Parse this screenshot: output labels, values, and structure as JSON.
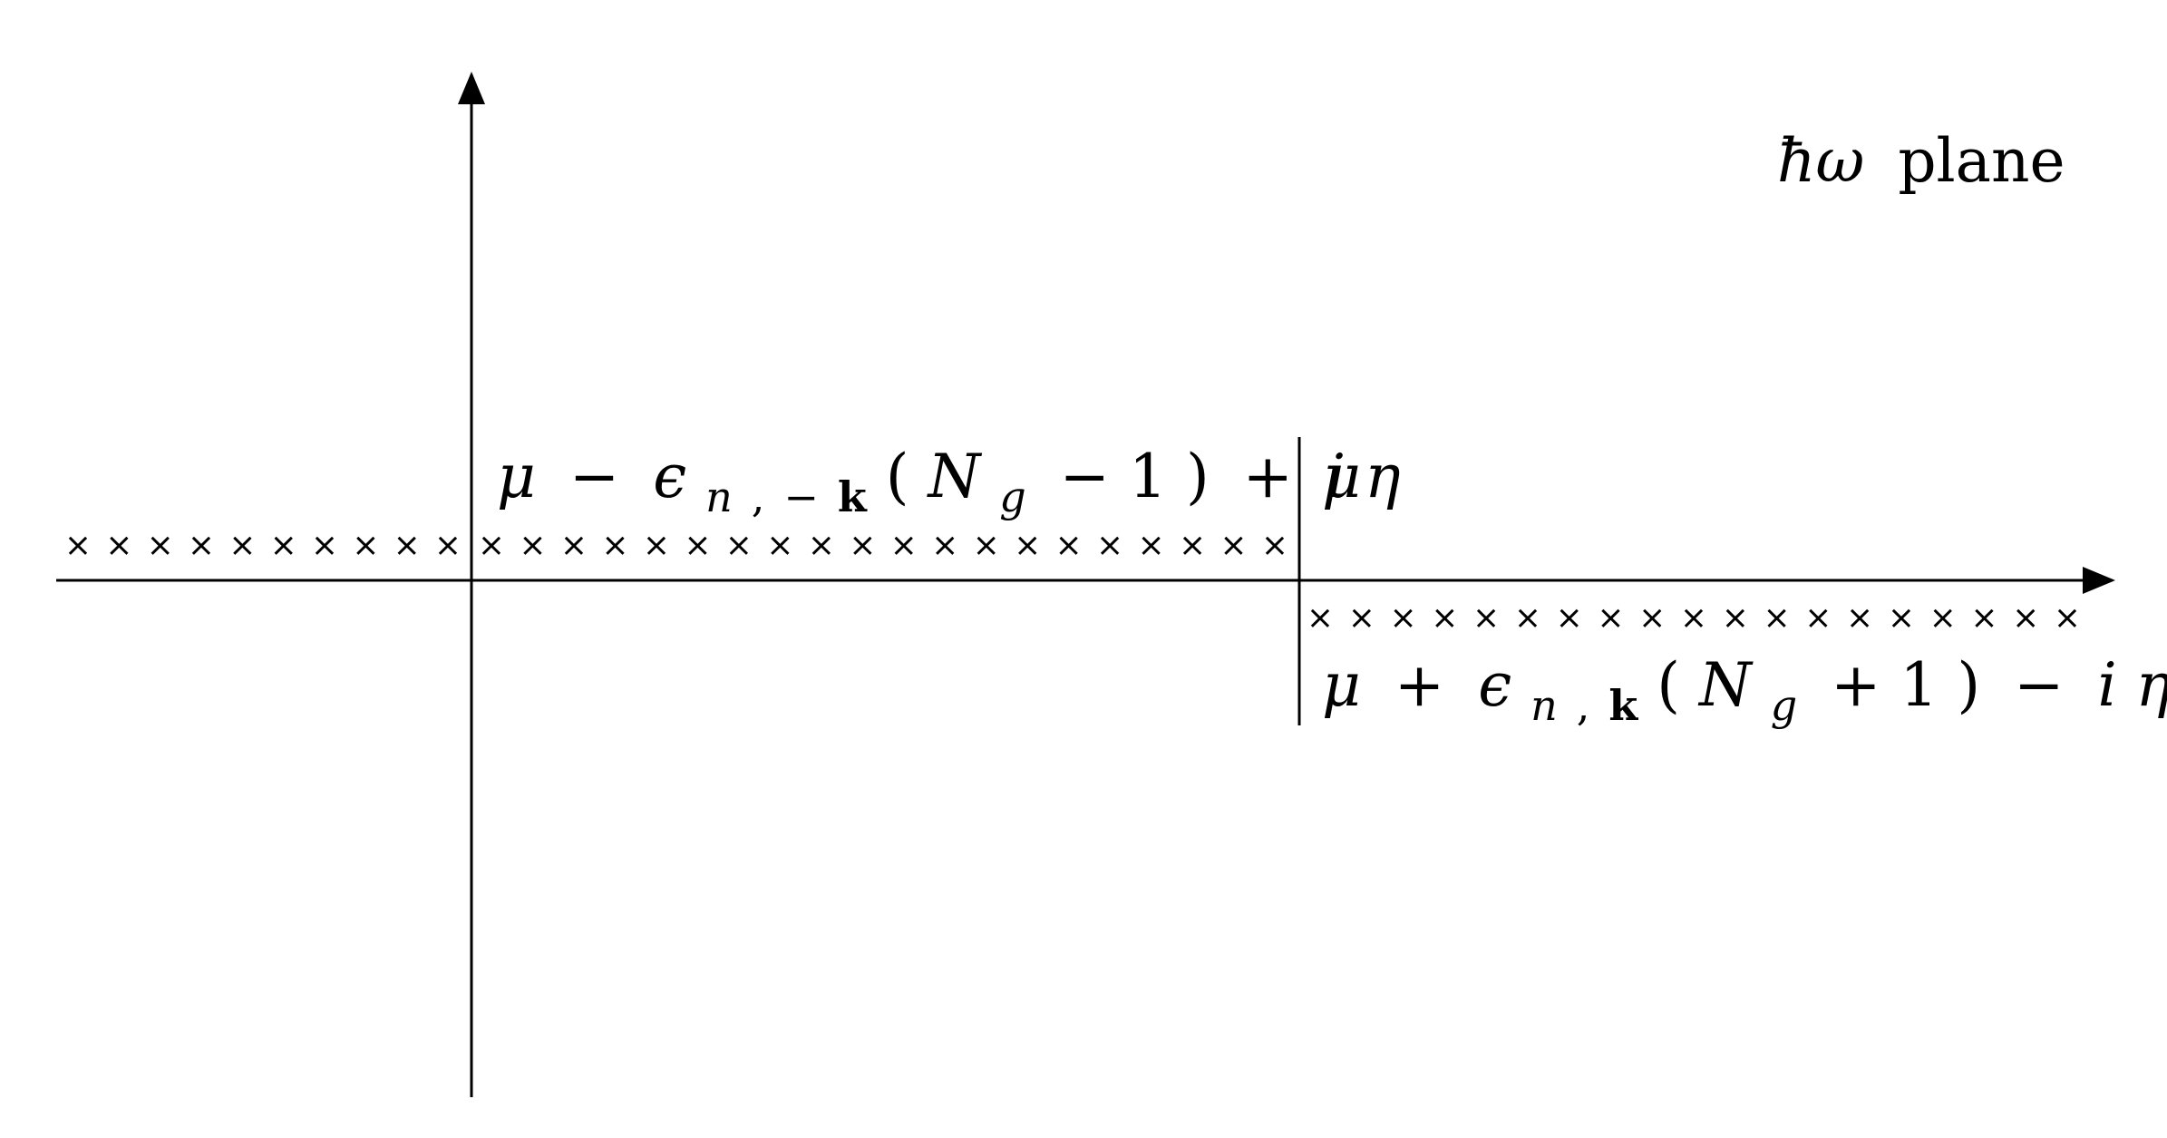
{
  "plane_label": {
    "symbol": "ħω",
    "word": "plane"
  },
  "upper_label": {
    "mu": "μ",
    "minus": "−",
    "epsilon": "ϵ",
    "sub_n": "n",
    "sub_comma": ",",
    "sub_neg": "−",
    "sub_k": "k",
    "open_paren": "(",
    "N": "N",
    "sub_g": "g",
    "minus_one": "− 1",
    "close_paren": ")",
    "plus": "+",
    "i": "i",
    "eta": "η"
  },
  "mu_label": "μ",
  "lower_label": {
    "mu": "μ",
    "plus": "+",
    "epsilon": "ϵ",
    "sub_n": "n",
    "sub_comma": ",",
    "sub_k": "k",
    "open_paren": "(",
    "N": "N",
    "sub_g": "g",
    "plus_one": "+ 1",
    "close_paren": ")",
    "minus": "−",
    "i": "i",
    "eta": "η"
  },
  "pole_symbol": "×",
  "poles": {
    "upper_left_count": 10,
    "upper_middle_count": 20,
    "lower_right_count": 19
  }
}
